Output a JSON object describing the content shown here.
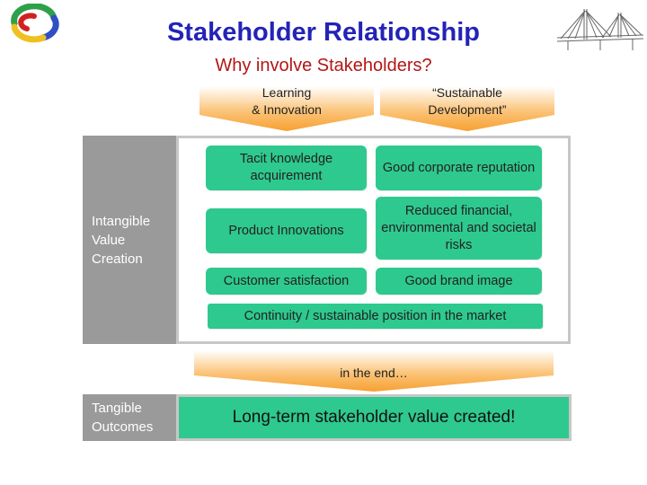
{
  "title": "Stakeholder Relationship",
  "subtitle": "Why involve Stakeholders?",
  "columns": [
    {
      "label": "Learning\n& Innovation"
    },
    {
      "label": "“Sustainable\nDevelopment”"
    }
  ],
  "left_labels": {
    "intangible": "Intangible\nValue\nCreation",
    "tangible": "Tangible\nOutcomes"
  },
  "boxes": {
    "r1c1": "Tacit knowledge acquirement",
    "r1c2": "Good corporate reputation",
    "r2c1": "Product Innovations",
    "r2c2": "Reduced financial, environmental and societal risks",
    "r3c1": "Customer satisfaction",
    "r3c2": "Good brand image",
    "wide": "Continuity / sustainable position in the market"
  },
  "in_the_end": "in the end…",
  "outcome": "Long-term stakeholder value created!",
  "colors": {
    "title": "#2323b8",
    "subtitle": "#b31616",
    "box_green": "#2ec98f",
    "arrow_orange": "#f7a030",
    "side_gray": "#9a9a9a"
  }
}
